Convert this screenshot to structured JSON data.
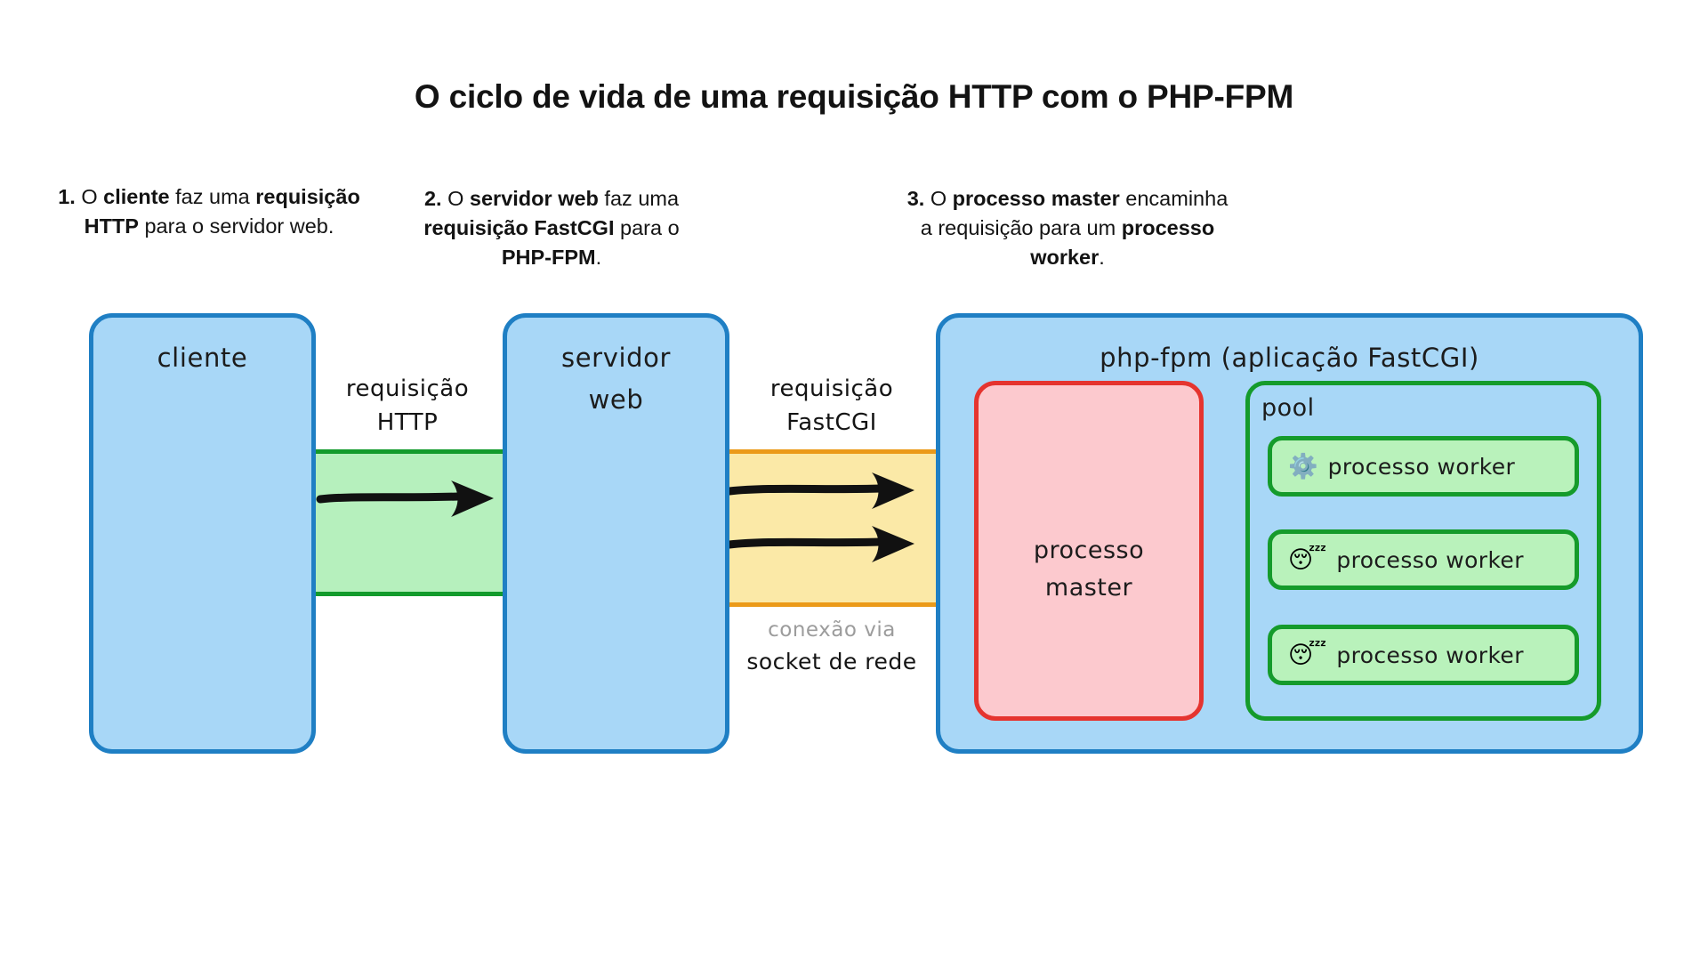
{
  "title": "O ciclo de vida de uma requisição HTTP com o PHP-FPM",
  "captions": [
    {
      "number": "1.",
      "parts": [
        {
          "text": " O ",
          "bold": false
        },
        {
          "text": "cliente",
          "bold": true
        },
        {
          "text": " faz uma ",
          "bold": false
        },
        {
          "text": "requisição HTTP",
          "bold": true
        },
        {
          "text": " para o servidor web.",
          "bold": false
        }
      ],
      "plain": "1. O cliente faz uma requisição HTTP para o servidor web."
    },
    {
      "number": "2.",
      "parts": [
        {
          "text": " O ",
          "bold": false
        },
        {
          "text": "servidor web",
          "bold": true
        },
        {
          "text": " faz uma ",
          "bold": false
        },
        {
          "text": "requisição FastCGI",
          "bold": true
        },
        {
          "text": " para o ",
          "bold": false
        },
        {
          "text": "PHP-FPM",
          "bold": true
        },
        {
          "text": ".",
          "bold": false
        }
      ],
      "plain": "2. O servidor web faz uma requisição FastCGI para o PHP-FPM."
    },
    {
      "number": "3.",
      "parts": [
        {
          "text": " O ",
          "bold": false
        },
        {
          "text": "processo master",
          "bold": true
        },
        {
          "text": " encaminha a requisição para um ",
          "bold": false
        },
        {
          "text": "processo worker",
          "bold": true
        },
        {
          "text": ".",
          "bold": false
        }
      ],
      "plain": "3. O processo master encaminha a requisição para um processo worker."
    }
  ],
  "boxes": {
    "cliente": {
      "label": "cliente"
    },
    "servidor_web": {
      "label_line1": "servidor",
      "label_line2": "web"
    },
    "phpfpm": {
      "label": "php-fpm (aplicação FastCGI)"
    },
    "master": {
      "label_line1": "processo",
      "label_line2": "master"
    },
    "pool": {
      "label": "pool"
    }
  },
  "workers": [
    {
      "icon": "gear-icon",
      "glyph": "⚙️",
      "label": "processo worker",
      "state": "busy"
    },
    {
      "icon": "sleeping-face-icon",
      "glyph": "😴",
      "label": "processo worker",
      "state": "idle"
    },
    {
      "icon": "sleeping-face-icon",
      "glyph": "😴",
      "label": "processo worker",
      "state": "idle"
    }
  ],
  "connections": {
    "http": {
      "line1": "requisição",
      "line2": "HTTP"
    },
    "fastcgi": {
      "line1": "requisição",
      "line2": "FastCGI"
    },
    "socket": {
      "line1": "conexão via",
      "line2": "socket de rede"
    }
  },
  "colors": {
    "box_fill": "#a8d7f7",
    "box_border": "#1f7fc4",
    "http_band_fill": "#b6f0bd",
    "http_band_border": "#139b2c",
    "fastcgi_band_fill": "#fbe9a7",
    "fastcgi_band_border": "#eb9a19",
    "master_fill": "#fcc9ce",
    "master_border": "#e5342f",
    "worker_fill": "#b9f2bb",
    "worker_border": "#159b2b",
    "text": "#131313",
    "muted_text": "#9c9c9c",
    "arrow": "#111111"
  }
}
